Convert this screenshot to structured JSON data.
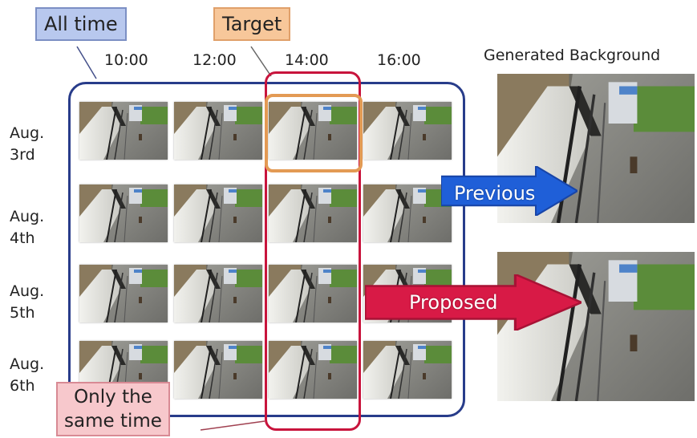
{
  "labels": {
    "all_time": "All time",
    "target": "Target",
    "only_same_time_line1": "Only the",
    "only_same_time_line2": "same time",
    "generated_background": "Generated Background",
    "previous": "Previous",
    "proposed": "Proposed"
  },
  "times": [
    "10:00",
    "12:00",
    "14:00",
    "16:00"
  ],
  "dates": [
    {
      "line1": "Aug.",
      "line2": "3rd"
    },
    {
      "line1": "Aug.",
      "line2": "4th"
    },
    {
      "line1": "Aug.",
      "line2": "5th"
    },
    {
      "line1": "Aug.",
      "line2": "6th"
    }
  ],
  "colors": {
    "all_time_box": "#b8c8ee",
    "target_box": "#f7c79a",
    "same_time_box": "#f7c8cc",
    "grid_frame": "#283c8a",
    "target_column_outline": "#c8143c",
    "target_cell_outline": "#e39a54",
    "previous_arrow": "#1f5fd8",
    "proposed_arrow": "#d81a46"
  },
  "icons": {
    "previous_arrow": "arrow-right-icon",
    "proposed_arrow": "arrow-right-icon"
  }
}
